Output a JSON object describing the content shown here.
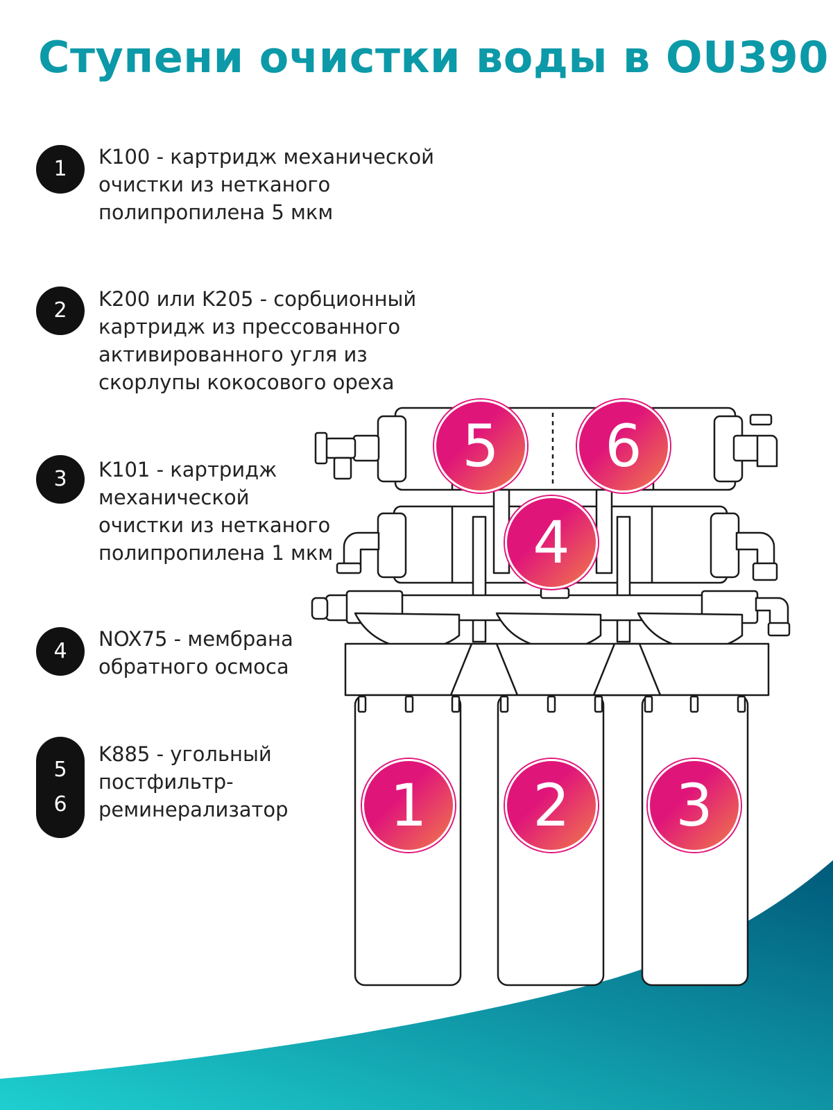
{
  "title": "Ступени очистки воды в OU390",
  "colors": {
    "title": "#0c99a8",
    "badge_bg": "#111111",
    "marker_start": "#e0157a",
    "marker_end": "#f07a4a",
    "wave_start": "#1ecfcf",
    "wave_end": "#005a7a"
  },
  "steps": [
    {
      "numbers": [
        "1"
      ],
      "text": "K100 - картридж механической\nочистки из нетканого\nполипропилена 5 мкм"
    },
    {
      "numbers": [
        "2"
      ],
      "text": "K200 или K205 - сорбционный\nкартридж из прессованного\nактивированного угля из\nскорлупы кокосового ореха"
    },
    {
      "numbers": [
        "3"
      ],
      "text": "K101 -  картридж\nмеханической\nочистки из нетканого\nполипропилена 1 мкм"
    },
    {
      "numbers": [
        "4"
      ],
      "text": "NOX75 - мембрана\nобратного осмоса"
    },
    {
      "numbers": [
        "5",
        "6"
      ],
      "text": "K885 - угольный\nпостфильтр-\nреминерализатор"
    }
  ],
  "markers": [
    "1",
    "2",
    "3",
    "4",
    "5",
    "6"
  ]
}
